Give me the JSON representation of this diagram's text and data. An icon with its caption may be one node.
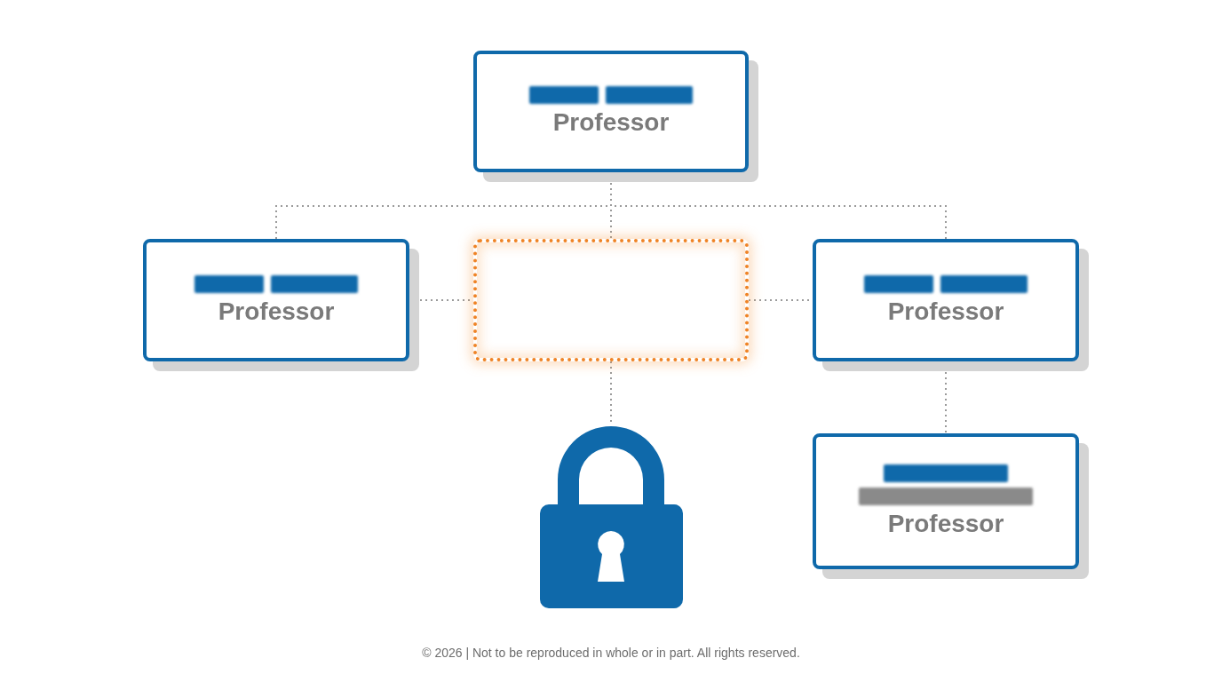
{
  "diagram": {
    "nodes": [
      {
        "text": [
          "Professor"
        ]
      },
      {
        "text": [
          "Professor"
        ]
      },
      {
        "text": [],
        "shape": "box"
      },
      {
        "text": [
          "Professor"
        ]
      },
      {
        "text": [
          "Professor"
        ]
      },
      {
        "text": [],
        "shape": "padlock"
      }
    ],
    "edges": [
      {
        "from": 0,
        "to": 1,
        "arrow": "none",
        "style": "dashed"
      },
      {
        "from": 0,
        "to": 2,
        "arrow": "none",
        "style": "dashed"
      },
      {
        "from": 0,
        "to": 3,
        "arrow": "none",
        "style": "dashed"
      },
      {
        "from": 1,
        "to": 2,
        "arrow": "none",
        "style": "dashed"
      },
      {
        "from": 2,
        "to": 3,
        "arrow": "none",
        "style": "dashed"
      },
      {
        "from": 2,
        "to": 5,
        "arrow": "none",
        "style": "dashed"
      },
      {
        "from": 3,
        "to": 4,
        "arrow": "none",
        "style": "dashed"
      }
    ],
    "labels": [
      "© 2026 | Not to be reproduced in whole or in part. All rights reserved."
    ]
  }
}
